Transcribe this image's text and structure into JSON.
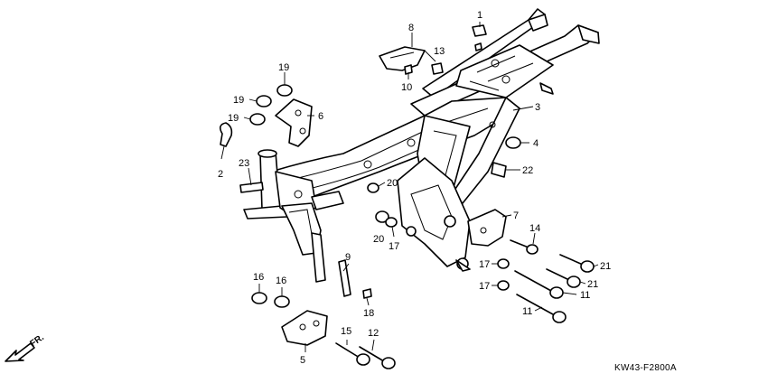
{
  "diagram": {
    "code": "KW43-F2800A",
    "direction_label": "FR.",
    "callouts": [
      {
        "id": "c1",
        "label": "1"
      },
      {
        "id": "c2",
        "label": "2"
      },
      {
        "id": "c3",
        "label": "3"
      },
      {
        "id": "c4",
        "label": "4"
      },
      {
        "id": "c5",
        "label": "5"
      },
      {
        "id": "c6",
        "label": "6"
      },
      {
        "id": "c7",
        "label": "7"
      },
      {
        "id": "c8",
        "label": "8"
      },
      {
        "id": "c9",
        "label": "9"
      },
      {
        "id": "c10",
        "label": "10"
      },
      {
        "id": "c11a",
        "label": "11"
      },
      {
        "id": "c11b",
        "label": "11"
      },
      {
        "id": "c12",
        "label": "12"
      },
      {
        "id": "c13",
        "label": "13"
      },
      {
        "id": "c14",
        "label": "14"
      },
      {
        "id": "c15",
        "label": "15"
      },
      {
        "id": "c16a",
        "label": "16"
      },
      {
        "id": "c16b",
        "label": "16"
      },
      {
        "id": "c17a",
        "label": "17"
      },
      {
        "id": "c17b",
        "label": "17"
      },
      {
        "id": "c17c",
        "label": "17"
      },
      {
        "id": "c18",
        "label": "18"
      },
      {
        "id": "c19a",
        "label": "19"
      },
      {
        "id": "c19b",
        "label": "19"
      },
      {
        "id": "c19c",
        "label": "19"
      },
      {
        "id": "c20a",
        "label": "20"
      },
      {
        "id": "c20b",
        "label": "20"
      },
      {
        "id": "c21a",
        "label": "21"
      },
      {
        "id": "c21b",
        "label": "21"
      },
      {
        "id": "c22",
        "label": "22"
      },
      {
        "id": "c23",
        "label": "23"
      }
    ]
  }
}
